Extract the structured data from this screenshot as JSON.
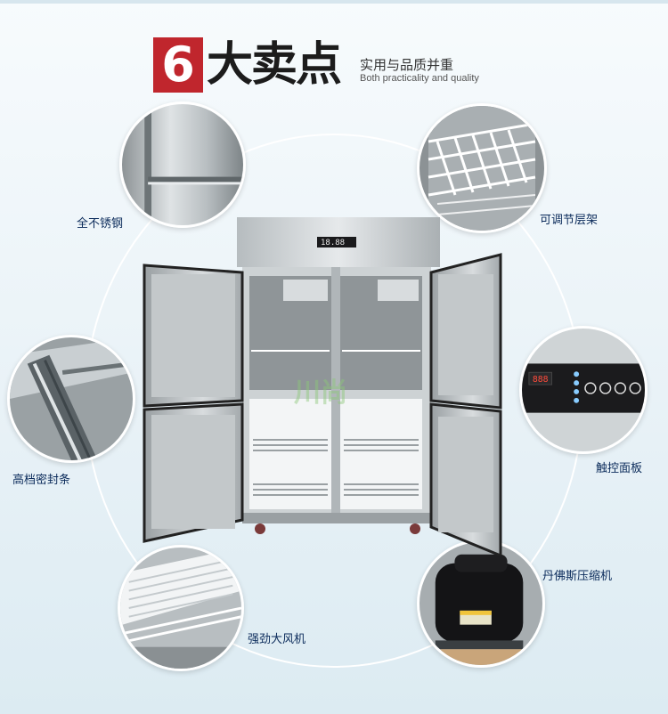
{
  "header": {
    "badge": "6",
    "headline": "大卖点",
    "subtitle_cn": "实用与品质并重",
    "subtitle_en": "Both practicality and quality"
  },
  "features": [
    {
      "label": "全不锈钢",
      "icon": "stainless-steel-image"
    },
    {
      "label": "可调节层架",
      "icon": "adjustable-shelf-image"
    },
    {
      "label": "高档密封条",
      "icon": "door-seal-image"
    },
    {
      "label": "触控面板",
      "icon": "touch-panel-image"
    },
    {
      "label": "强劲大风机",
      "icon": "fan-image"
    },
    {
      "label": "丹佛斯压缩机",
      "icon": "compressor-image"
    }
  ],
  "fridge": {
    "display": "18.88"
  },
  "watermark": "川尚",
  "colors": {
    "badge": "#c0262d",
    "label": "#0a2a5a",
    "background": "#e9f2f7"
  }
}
